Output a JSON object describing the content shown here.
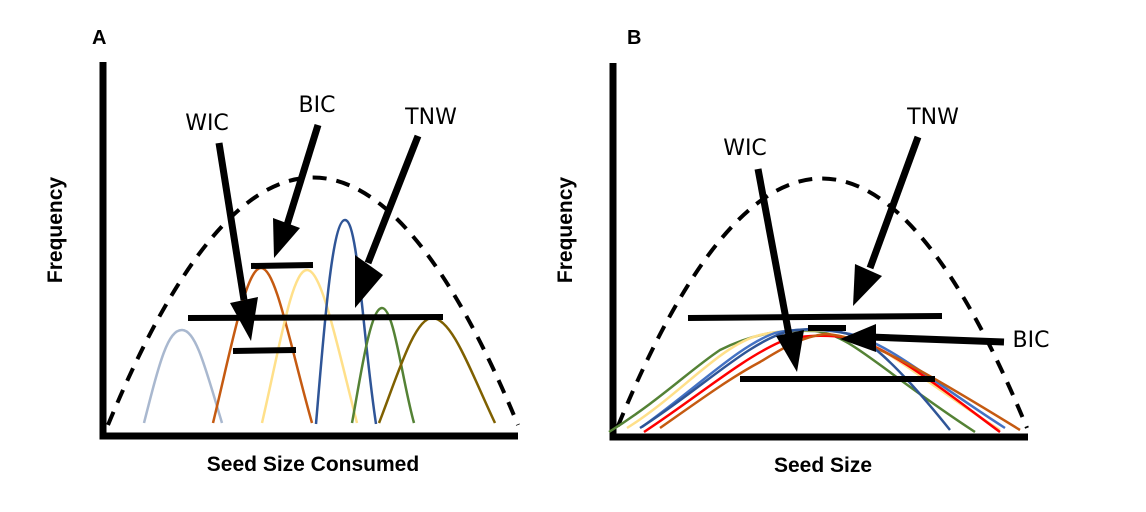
{
  "panels": [
    {
      "id": "A",
      "letter": "A",
      "xlabel": "Seed Size Consumed",
      "ylabel": "Frequency",
      "annotations": {
        "wic": "WIC",
        "bic": "BIC",
        "tnw": "TNW"
      },
      "individual_curve_colors": [
        "#a9b8cf",
        "#c55a11",
        "#ffe08a",
        "#2f5597",
        "#548235",
        "#7f6000"
      ]
    },
    {
      "id": "B",
      "letter": "B",
      "xlabel": "Seed Size",
      "ylabel": "Frequency",
      "annotations": {
        "wic": "WIC",
        "bic": "BIC",
        "tnw": "TNW"
      },
      "individual_curve_colors": [
        "#548235",
        "#ffe08a",
        "#4472c4",
        "#ff0000",
        "#c55a11",
        "#2f5597"
      ]
    }
  ]
}
